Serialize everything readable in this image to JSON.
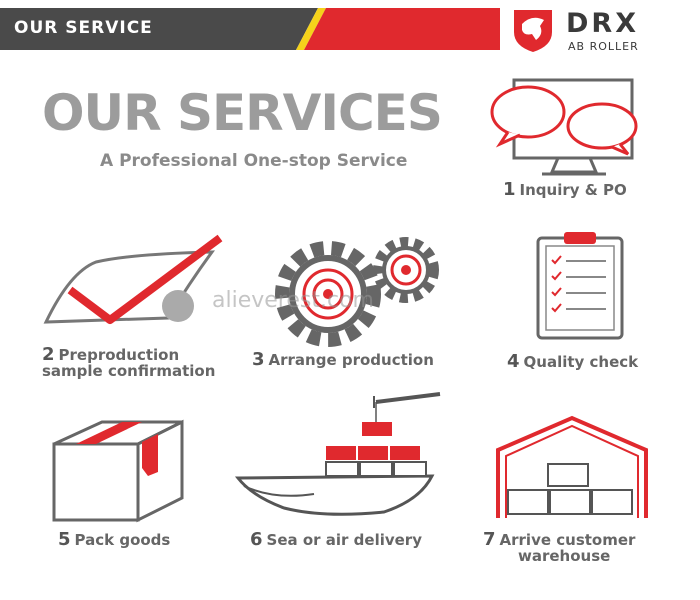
{
  "header": {
    "title": "OUR SERVICE",
    "logo_text": "DRX",
    "logo_sub": "AB ROLLER",
    "colors": {
      "dark": "#4a4a4a",
      "accent": "#e0292e",
      "yellow": "#f5d21b"
    }
  },
  "hero": {
    "title": "OUR SERVICES",
    "subtitle": "A Professional One-stop Service"
  },
  "watermark": "alieverest.com",
  "steps": [
    {
      "num": "1",
      "label": "Inquiry & PO",
      "icon": "chat-monitor-icon"
    },
    {
      "num": "2",
      "label": "Preproduction",
      "label2": "sample confirmation",
      "icon": "checkmark-scroll-icon"
    },
    {
      "num": "3",
      "label": "Arrange production",
      "icon": "gears-icon"
    },
    {
      "num": "4",
      "label": "Quality check",
      "icon": "clipboard-checklist-icon"
    },
    {
      "num": "5",
      "label": "Pack goods",
      "icon": "box-icon"
    },
    {
      "num": "6",
      "label": "Sea or air delivery",
      "icon": "cargo-ship-icon"
    },
    {
      "num": "7",
      "label": "Arrive customer",
      "label2": "warehouse",
      "icon": "warehouse-icon"
    }
  ]
}
